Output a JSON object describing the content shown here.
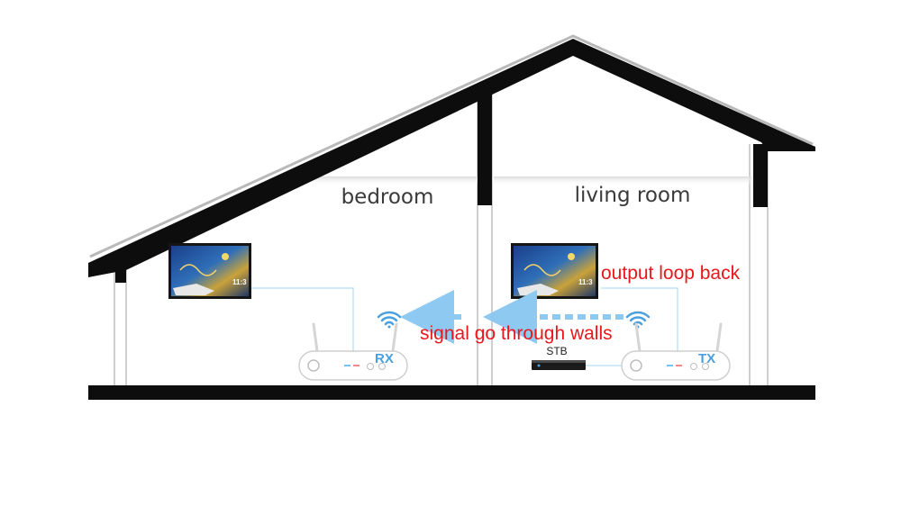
{
  "rooms": {
    "bedroom": "bedroom",
    "living_room": "living room"
  },
  "annotations": {
    "output_loop_back": "output loop back",
    "signal_through_walls": "signal go through walls",
    "stb": "STB"
  },
  "devices": {
    "receiver_code": "RX",
    "transmitter_code": "TX"
  },
  "tv_screen": {
    "time": "11:3"
  },
  "colors": {
    "roof": "#0d0d0d",
    "floor": "#0d0d0d",
    "annotation_red": "#e8171b",
    "signal_blue": "#4aa0de",
    "arrow_blue": "#8dc9f0",
    "cable_blue": "#9fd4f2"
  },
  "icons": {
    "wifi": "wifi-icon",
    "arrow": "arrow-left-icon"
  }
}
